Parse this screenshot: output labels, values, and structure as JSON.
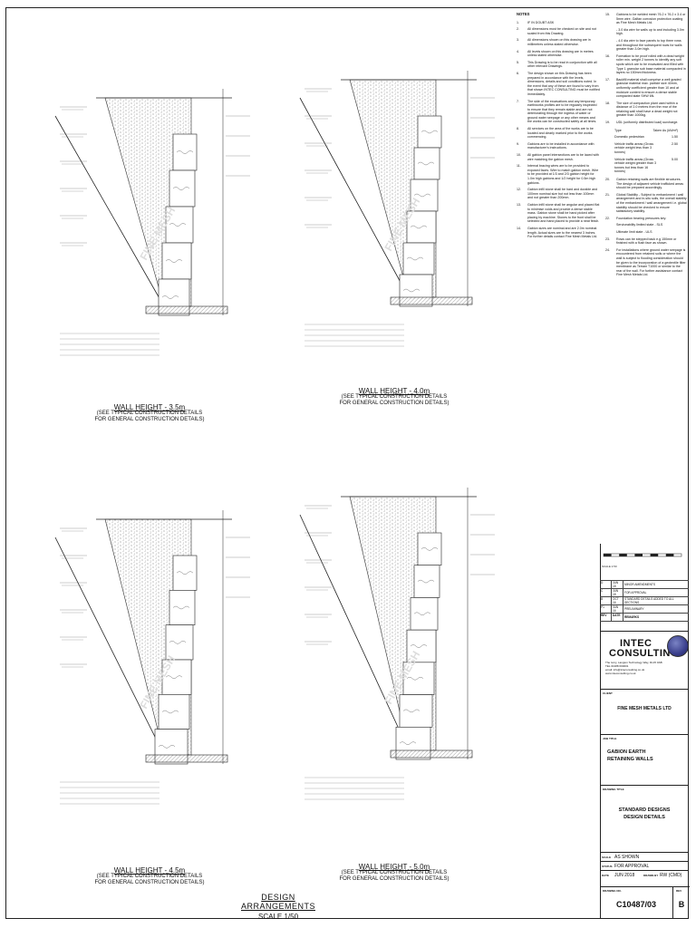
{
  "notes_title": "NOTES",
  "notes_col1": [
    {
      "n": "1.",
      "t": "IF IN DOUBT ASK"
    },
    {
      "n": "2.",
      "t": "All dimensions must be checked on site and not scaled from this Drawing."
    },
    {
      "n": "3.",
      "t": "All dimensions shown on this drawing are in millimetres unless stated otherwise."
    },
    {
      "n": "4.",
      "t": "All levels shown on this drawing are in metres unless stated otherwise."
    },
    {
      "n": "5.",
      "t": "This Drawing is to be read in conjunction with all other relevant Drawings."
    },
    {
      "n": "6.",
      "t": "The design shown on this Drawing has been prepared in accordance with the levels, dimensions, details and soil conditions noted. In the event that any of these are found to vary from that shown INTEC CONSULTING must be notified immediately."
    },
    {
      "n": "7.",
      "t": "The side of the excavations and any temporary earthworks profiles are to be regularly inspected to ensure that they remain stable and are not deteriorating through the ingress of water or ground water seepage or any other means and the works can be constructed safely at all times."
    },
    {
      "n": "8.",
      "t": "All services on the area of the works are to be located and clearly marked prior to the works commencing."
    },
    {
      "n": "9.",
      "t": "Gabions are to be installed in accordance with manufacturer's instructions."
    },
    {
      "n": "10.",
      "t": "All gabion panel intersections are to be laced with wire matching the gabion mesh."
    },
    {
      "n": "11.",
      "t": "Internal bracing wires are to be provided to exposed faces. Wire to match gabion mesh. Wire to be provided at 1/3 and 2/3 gabion height for 1.0m high gabions and 1/2 height for 0.5m high gabions."
    },
    {
      "n": "12.",
      "t": "Gabion infill stone shall be hard and durable and 100mm nominal size but not less than 100mm and not greater than 200mm."
    },
    {
      "n": "13.",
      "t": "Gabion infill stone shall be angular and placed flat to minimise voids and provide a dense stable mass. Gabion stone shall be hand picked after placing by machine. Stones to the front shall be selected and hand placed to provide a neat finish."
    },
    {
      "n": "14.",
      "t": "Gabion sizes are nominal and are 2.0m nominal length. Actual sizes are to the nearest 3 inches. For further details contact Fine Mesh Metals Ltd."
    }
  ],
  "notes_col2": [
    {
      "n": "15.",
      "t": "Gabions to be welded mesh 76.2 x 76.2 x 3.4 or 5mm wire. Galfan corrosion protection coating as Fine Mesh Metals Ltd."
    },
    {
      "n": "",
      "t": "- 3.0 dia wire for walls up to and including 3.0m high."
    },
    {
      "n": "",
      "t": "- 4.0 dia wire to face panels to top three rows and throughout the subsequent rows for walls greater than 3.0m high."
    },
    {
      "n": "16.",
      "t": "Formation to be proof rolled with a dead weight roller min. weight 2 tonnes to identify any soft spots which are to be excavated and filled with Type 1 granular sub base material compacted in layers no 150mm thickness."
    },
    {
      "n": "17.",
      "t": "Backfill material shall comprise a well graded granular material max. particle size 40mm, uniformity coefficient greater than 10 and at moisture content to ensure a dense stable compacted state SHW 6N."
    },
    {
      "n": "18.",
      "t": "The size of compaction plant used within a distance of 2.0 metres from the rear of the retaining wall shall have a dead weight not greater than 1000kg."
    },
    {
      "n": "19.",
      "t": "UDL (uniformly distributed load) surcharge."
    }
  ],
  "load_table": {
    "head": [
      "Type",
      "Taken As (kN/m²)"
    ],
    "rows": [
      [
        "Domestic pedestrian",
        "1.50"
      ],
      [
        "Vehicle traffic areas (Gross vehicle weight less than 3 tonnes)",
        "2.50"
      ],
      [
        "Vehicle traffic areas (Gross vehicle weight greater than 3 tonnes but less than 16 tonnes)",
        "5.00"
      ]
    ]
  },
  "notes_col2b": [
    {
      "n": "20.",
      "t": "Gabion retaining walls are flexible structures. The design of adjacent vehicle trafficked areas should be prepared accordingly."
    },
    {
      "n": "21.",
      "t": "Global Stability - Subject to embankment / wall arrangement and in-situ soils, the overall stability of the embankment / wall arrangement i.e. global stability should be checked to ensure satisfactory stability."
    },
    {
      "n": "22.",
      "t": "Foundation bearing pressures key:"
    },
    {
      "n": "",
      "t": "Serviceability limited state - SLS"
    },
    {
      "n": "",
      "t": "Ultimate limit state - ULS"
    },
    {
      "n": "23.",
      "t": "Rows can be stepped back e.g 150mm or finished with a flush face as shown."
    },
    {
      "n": "24.",
      "t": "For installations where ground water seepage is encountered from retained soils or where the wall is subject to flooding consideration should be given to the incorporation of a geotextile filter membrane as Terram T1000 or similar to the rear of the wall. For further assistance contact Fine Mesh Metals Ltd."
    }
  ],
  "scale_label": "SCALE 1:50",
  "revisions": [
    [
      "D",
      "JUN 18",
      "MINOR AMENDMENTS"
    ],
    [
      "C",
      "JUN 18",
      "FOR APPROVAL"
    ],
    [
      "B",
      "OCT 16",
      "STANDARD DETAILS ADDED TO ALL SECTIONS"
    ],
    [
      "P1",
      "JUN 16",
      "PRELIMINARY"
    ]
  ],
  "rev_head": [
    "REV",
    "DATE",
    "REMARKS"
  ],
  "company": {
    "line1": "INTEC",
    "line2": "CONSULTING",
    "address": "The Ivory, Langton Technology Way, DL15 0AB",
    "tel": "TEL 01388 600001",
    "email": "email: info@inteconsulting.co.uk",
    "web": "www.inteconsulting.co.uk"
  },
  "client_label": "CLIENT",
  "client_value": "FINE MESH METALS LTD",
  "job_label": "JOB TITLE",
  "job_value_1": "GABION EARTH",
  "job_value_2": "RETAINING WALLS",
  "drawing_label": "DRAWING TITLE",
  "drawing_value_1": "STANDARD DESIGNS",
  "drawing_value_2": "DESIGN DETAILS",
  "scale_k": "SCALE",
  "scale_v": "AS SHOWN",
  "status_k": "STATUS",
  "status_v": "FOR APPROVAL",
  "date_k": "DATE",
  "date_v": "JUN 2018",
  "drawn_k": "DRAWN BY",
  "drawn_v": "RW (CMD)",
  "dwg_no_label": "DRAWING NO.",
  "dwg_no_value": "C10487/03",
  "rev_label": "REV",
  "rev_value": "B",
  "sections": [
    {
      "title": "WALL HEIGHT - 3.5m",
      "sub1": "(SEE TYPICAL CONSTRUCTION DETAILS",
      "sub2": "FOR GENERAL CONSTRUCTION DETAILS)"
    },
    {
      "title": "WALL HEIGHT - 4.0m",
      "sub1": "(SEE TYPICAL CONSTRUCTION DETAILS",
      "sub2": "FOR GENERAL CONSTRUCTION DETAILS)"
    },
    {
      "title": "WALL HEIGHT - 4.5m",
      "sub1": "(SEE TYPICAL CONSTRUCTION DETAILS",
      "sub2": "FOR GENERAL CONSTRUCTION DETAILS)"
    },
    {
      "title": "WALL HEIGHT - 5.0m",
      "sub1": "(SEE TYPICAL CONSTRUCTION DETAILS",
      "sub2": "FOR GENERAL CONSTRUCTION DETAILS)"
    }
  ],
  "main_title": "DESIGN ARRANGEMENTS",
  "main_scale": "SCALE 1/50",
  "watermark": "FINE MESH",
  "colors": {
    "line": "#222222",
    "hatch": "#555555",
    "paper": "#ffffff"
  }
}
